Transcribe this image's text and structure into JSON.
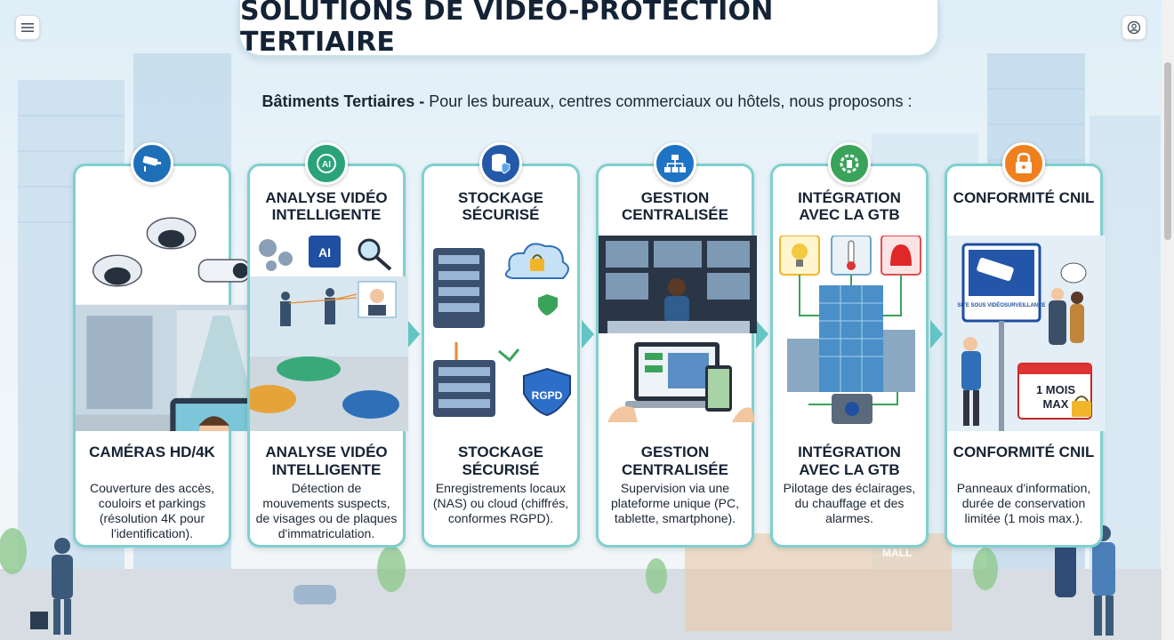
{
  "page": {
    "title": "SOLUTIONS DE VIDÉO-PROTECTION TERTIAIRE",
    "intro_bold": "Bâtiments Tertiaires -",
    "intro_text": " Pour les bureaux, centres commerciaux ou hôtels, nous proposons :",
    "menu_icon": "hamburger-menu-icon",
    "account_icon": "account-icon"
  },
  "cards": [
    {
      "icon": "security-camera-icon",
      "badge_color": "#1f6fb8",
      "title": "",
      "heading": "CAMÉRAS HD/4K",
      "description": "Couverture des accès, couloirs et parkings (résolution 4K pour l'identification)."
    },
    {
      "icon": "ai-brain-icon",
      "badge_color": "#2aa37a",
      "title": "ANALYSE VIDÉO INTELLIGENTE",
      "heading": "ANALYSE VIDÉO INTELLIGENTE",
      "description": "Détection de mouvements suspects, de visages ou de plaques d'immatriculation."
    },
    {
      "icon": "database-shield-icon",
      "badge_color": "#2359a8",
      "title": "STOCKAGE SÉCURISÉ",
      "heading": "STOCKAGE SÉCURISÉ",
      "description": "Enregistrements locaux (NAS) ou cloud (chiffrés, conformes RGPD)."
    },
    {
      "icon": "network-hierarchy-icon",
      "badge_color": "#1e73c4",
      "title": "GESTION CENTRALISÉE",
      "heading": "GESTION CENTRALISÉE",
      "description": "Supervision via une plateforme unique (PC, tablette, smartphone)."
    },
    {
      "icon": "gear-building-icon",
      "badge_color": "#3aa35a",
      "title": "INTÉGRATION AVEC LA GTB",
      "heading": "INTÉGRATION AVEC LA GTB",
      "description": "Pilotage des éclairages, du chauffage et des alarmes."
    },
    {
      "icon": "padlock-icon",
      "badge_color": "#f07f1e",
      "title": "CONFORMITÉ CNIL",
      "heading": "CONFORMITÉ CNIL",
      "description": "Panneaux d'information, durée de conservation limitée (1 mois max.)."
    }
  ],
  "illustrations": {
    "rgpd": "RGPD",
    "ai": "AI",
    "mall": "MALL",
    "cnil_sign": "SITE SOUS VIDÉOSURVEILLANCE",
    "calendar_line1": "1 MOIS",
    "calendar_line2": "MAX"
  },
  "colors": {
    "card_border": "#7fd0cf",
    "arrow": "#63c6c4",
    "title_text": "#142235"
  }
}
